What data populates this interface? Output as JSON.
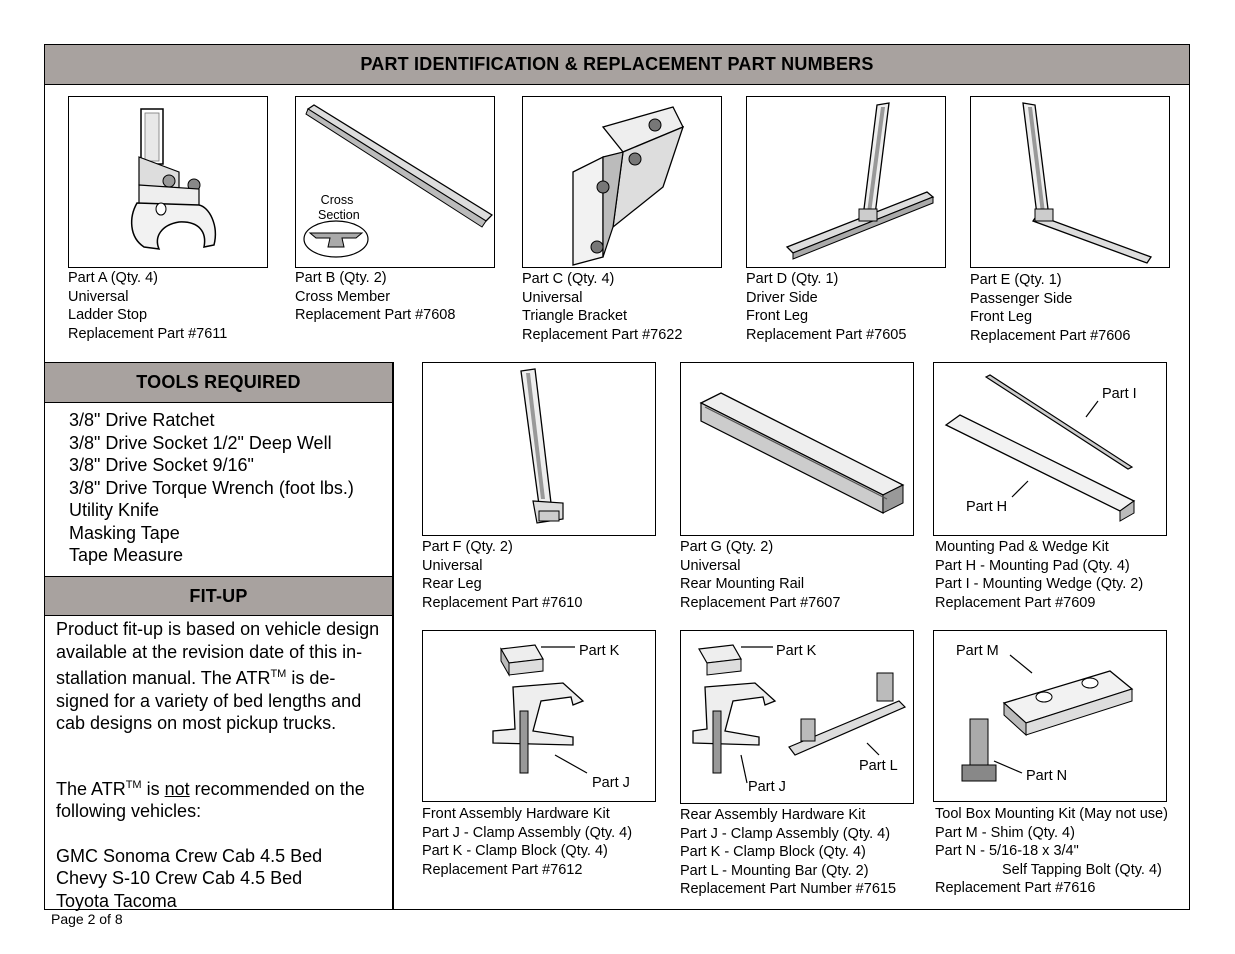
{
  "header": {
    "title": "PART IDENTIFICATION & REPLACEMENT PART NUMBERS"
  },
  "parts": {
    "a": {
      "lines": [
        "Part A  (Qty. 4)",
        "Universal",
        "Ladder Stop",
        "Replacement Part #7611"
      ]
    },
    "b": {
      "lines": [
        "Part B  (Qty. 2)",
        "Cross Member",
        "Replacement Part #7608"
      ],
      "cross_section_label": [
        "Cross",
        "Section"
      ]
    },
    "c": {
      "lines": [
        "Part C  (Qty. 4)",
        "Universal",
        "Triangle Bracket",
        "Replacement Part #7622"
      ]
    },
    "d": {
      "lines": [
        "Part D  (Qty. 1)",
        "Driver Side",
        "Front Leg",
        "Replacement Part #7605"
      ]
    },
    "e": {
      "lines": [
        "Part E  (Qty. 1)",
        "Passenger Side",
        "Front Leg",
        "Replacement Part #7606"
      ]
    },
    "f": {
      "lines": [
        "Part F  (Qty. 2)",
        "Universal",
        "Rear Leg",
        "Replacement Part #7610"
      ]
    },
    "g": {
      "lines": [
        "Part G  (Qty. 2)",
        "Universal",
        "Rear Mounting Rail",
        "Replacement Part #7607"
      ]
    },
    "hi": {
      "lines": [
        "Mounting Pad & Wedge Kit",
        "Part H - Mounting Pad  (Qty. 4)",
        "Part I -  Mounting Wedge  (Qty. 2)",
        "Replacement Part #7609"
      ],
      "callouts": {
        "i": "Part I",
        "h": "Part H"
      }
    },
    "front_kit": {
      "lines": [
        "Front Assembly Hardware Kit",
        "Part J - Clamp Assembly (Qty. 4)",
        "Part K - Clamp Block  (Qty. 4)",
        "Replacement Part #7612"
      ],
      "callouts": {
        "k": "Part K",
        "j": "Part J"
      }
    },
    "rear_kit": {
      "lines": [
        "Rear Assembly Hardware Kit",
        "Part J - Clamp Assembly (Qty. 4)",
        "Part K - Clamp Block  (Qty. 4)",
        "Part L - Mounting Bar  (Qty. 2)",
        "Replacement Part Number #7615"
      ],
      "callouts": {
        "k": "Part K",
        "j": "Part J",
        "l": "Part L"
      }
    },
    "toolbox_kit": {
      "lines": [
        "Tool Box Mounting Kit (May not use)",
        "Part M - Shim (Qty. 4)",
        "Part N  - 5/16-18 x 3/4\"",
        "Self Tapping Bolt  (Qty. 4)",
        "Replacement Part #7616"
      ],
      "callouts": {
        "m": "Part M",
        "n": "Part N"
      }
    }
  },
  "tools": {
    "title": "TOOLS REQUIRED",
    "items": [
      "3/8\" Drive Ratchet",
      "3/8\" Drive Socket 1/2\" Deep Well",
      "3/8\" Drive Socket  9/16\"",
      "3/8\" Drive Torque Wrench (foot lbs.)",
      "Utility Knife",
      "Masking Tape",
      "Tape Measure"
    ]
  },
  "fitup": {
    "title": "FIT-UP",
    "para1": [
      "Product fit-up is based on vehicle design",
      "available at the revision date of this in-",
      "stallation manual.  The ATR",
      "TM",
      " is de-",
      "signed for a variety of bed lengths and",
      "cab designs on most pickup trucks."
    ],
    "para2_pre": "The ATR",
    "para2_tm": "TM",
    "para2_mid": " is ",
    "para2_not": "not",
    "para2_post": " recommended on the",
    "para2_line2": "following vehicles:",
    "vehicles": [
      "GMC Sonoma Crew Cab 4.5 Bed",
      "Chevy S-10 Crew Cab 4.5 Bed",
      "Toyota Tacoma"
    ]
  },
  "footer": {
    "page": "Page 2 of 8"
  }
}
